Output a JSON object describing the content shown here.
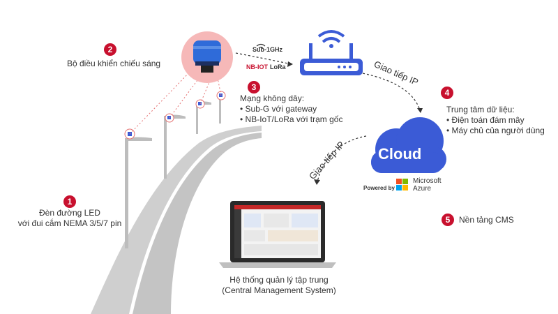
{
  "colors": {
    "accent": "#c8102e",
    "cloud": "#3b5bd6",
    "router": "#3b5bd6",
    "road": "#c9c9c9",
    "pole": "#bdbdbd"
  },
  "items": [
    {
      "num": "1",
      "lines": [
        "Đèn đường LED",
        "với đui cắm NEMA 3/5/7 pin"
      ]
    },
    {
      "num": "2",
      "lines": [
        "Bộ điều khiển chiếu sáng"
      ]
    },
    {
      "num": "3",
      "lines": [
        "Mạng không dây:",
        "• Sub-G với gateway",
        "• NB-IoT/LoRa với trạm gốc"
      ]
    },
    {
      "num": "4",
      "lines": [
        "Trung tâm dữ liệu:",
        "• Điện toán đám mây",
        "• Máy chủ của người dùng"
      ]
    },
    {
      "num": "5",
      "lines": [
        "Nền tảng CMS"
      ]
    }
  ],
  "connections": {
    "subg": "Sub-1GHz",
    "nbiot": "NB-IOT",
    "lora": "LoRa",
    "ip1": "Giao tiếp IP",
    "ip2": "Giao tiếp IP"
  },
  "cloud": {
    "label": "Cloud",
    "powered_by": "Powered by",
    "vendor_line1": "Microsoft",
    "vendor_line2": "Azure"
  },
  "cms": {
    "line1": "Hệ thống quản lý tập trung",
    "line2": "(Central Management System)"
  }
}
